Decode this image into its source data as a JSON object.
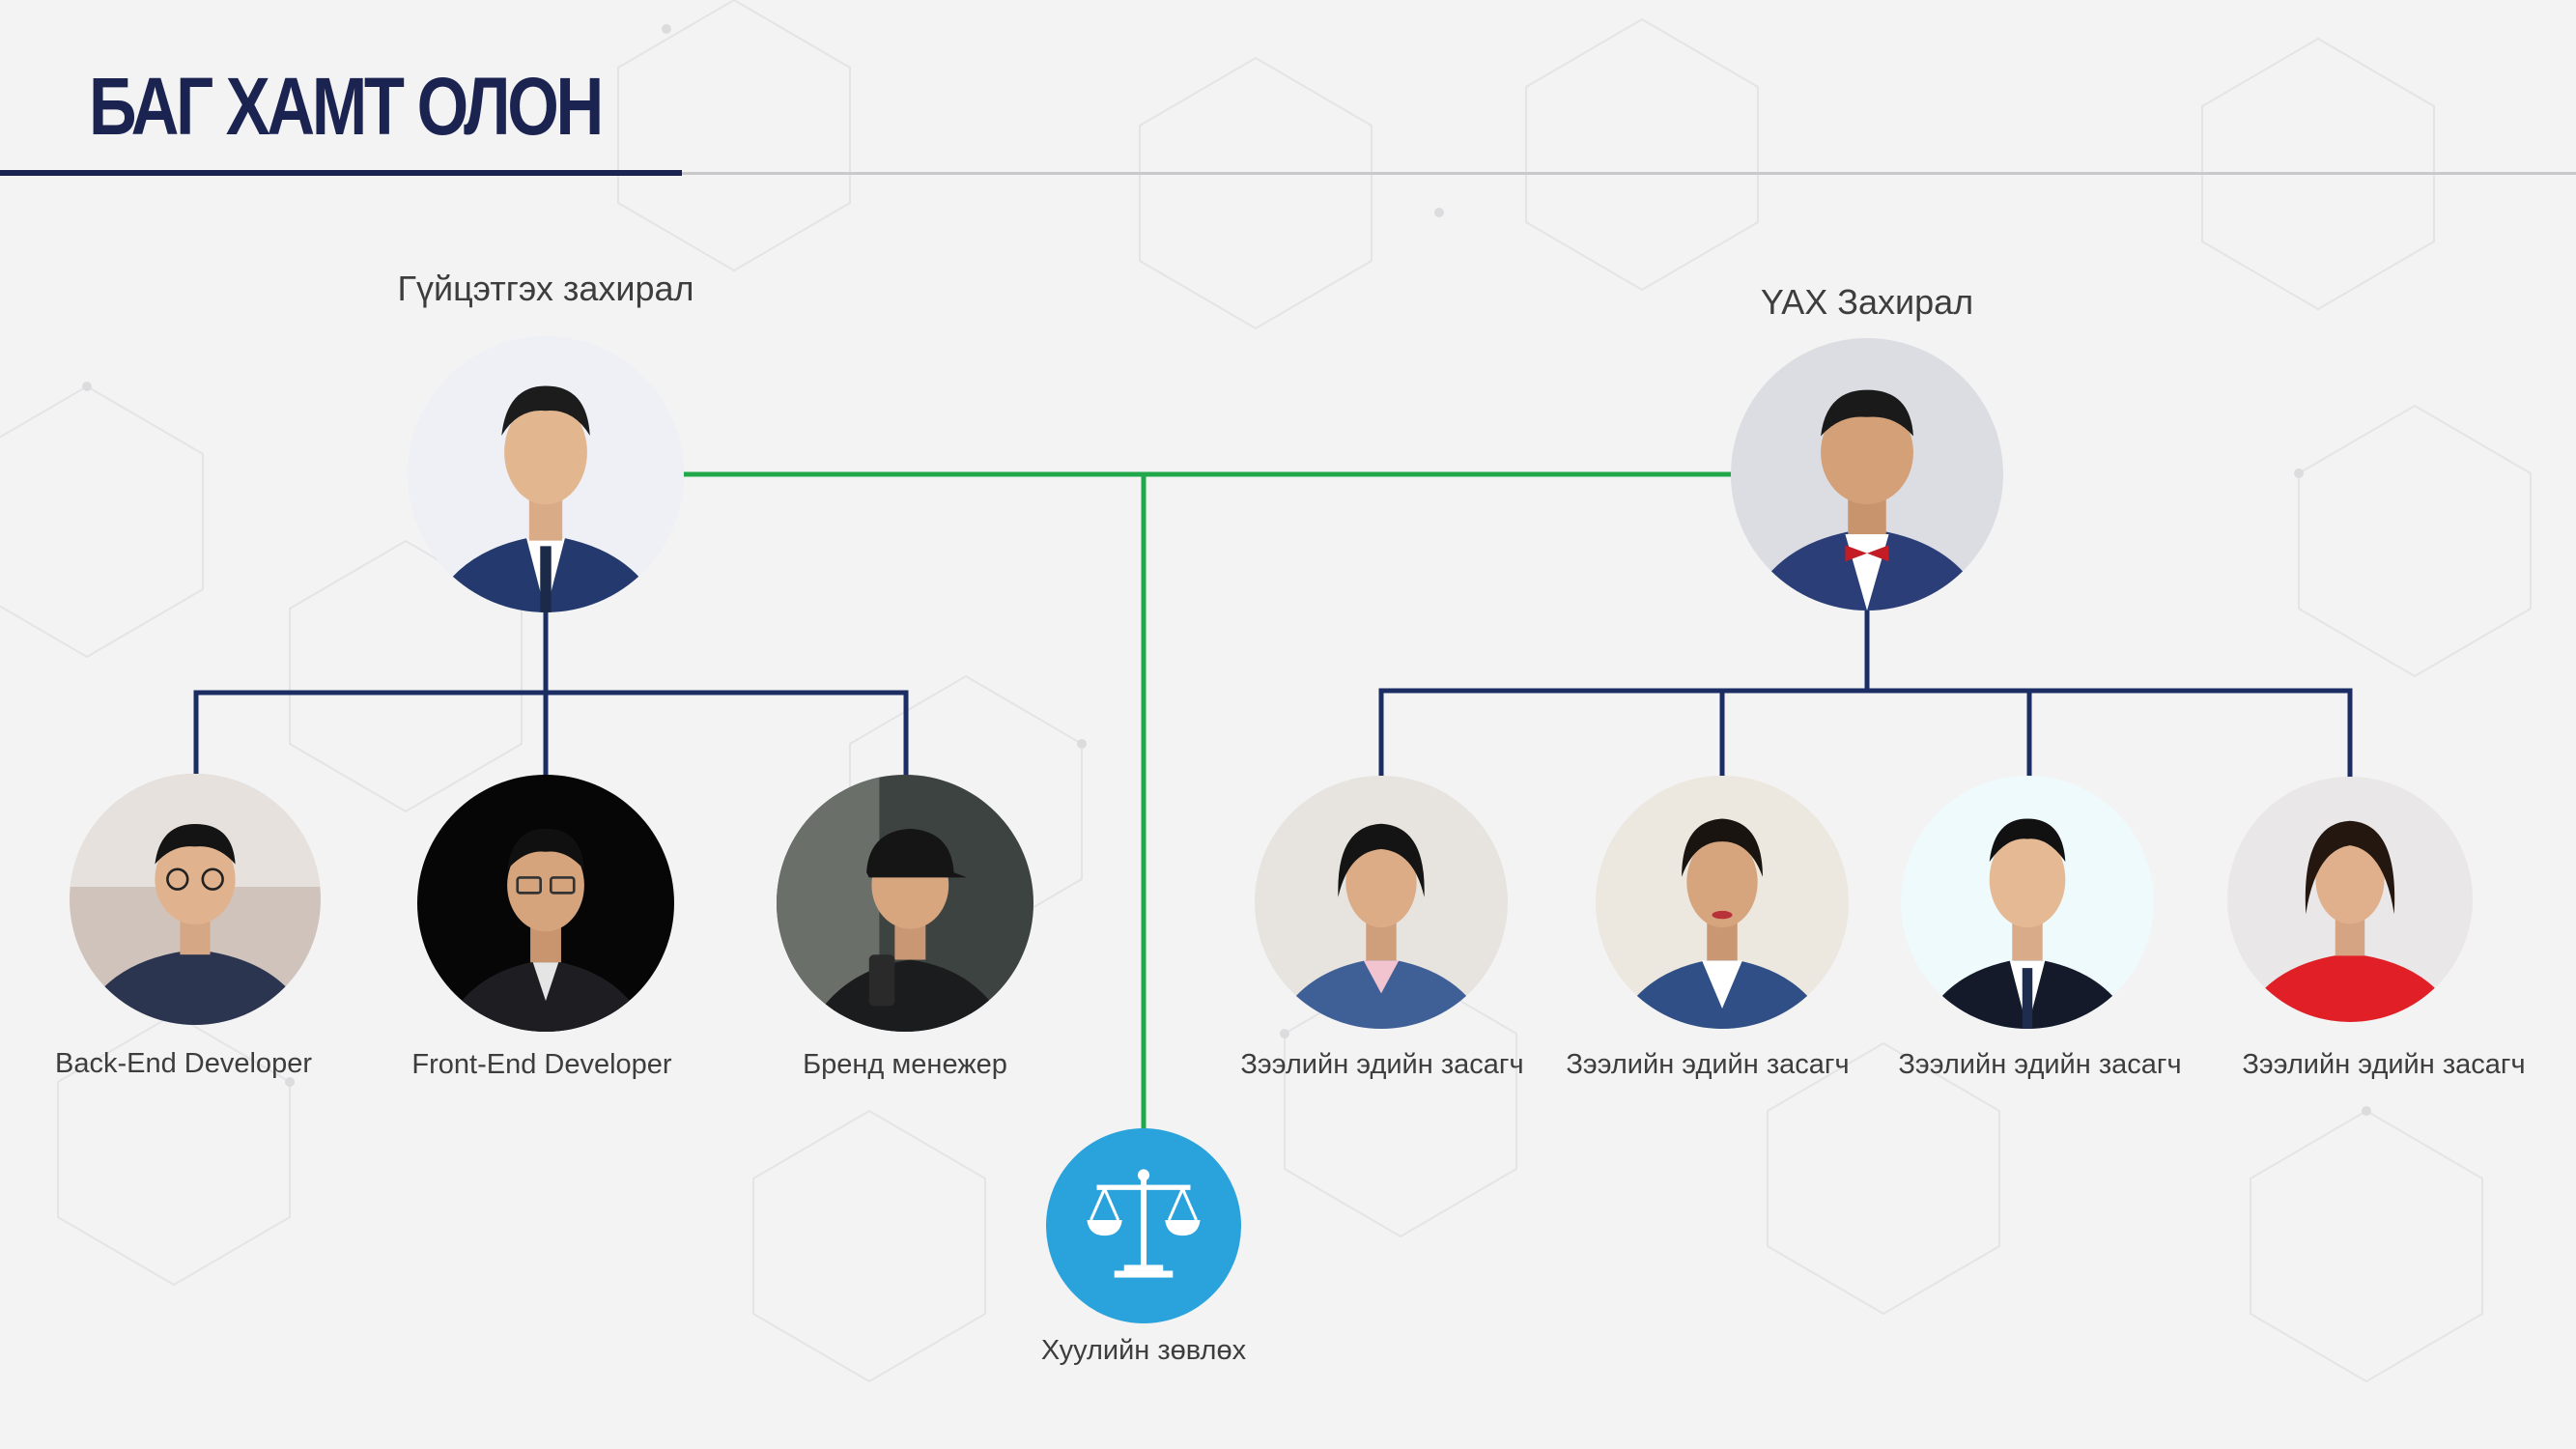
{
  "title": "БАГ ХАМТ ОЛОН",
  "colors": {
    "title": "#1b2351",
    "navy_connector": "#1b2d63",
    "green_connector": "#21a84a",
    "legal_circle": "#2aa3dc",
    "background": "#f3f3f4"
  },
  "leaders": {
    "left": {
      "role": "Гүйцэтгэх захирал"
    },
    "right": {
      "role": "YAX Захирал"
    }
  },
  "left_team": [
    {
      "role": "Back-End Developer"
    },
    {
      "role": "Front-End Developer"
    },
    {
      "role": "Бренд менежер"
    }
  ],
  "right_team": [
    {
      "role": "Зээлийн эдийн засагч"
    },
    {
      "role": "Зээлийн эдийн засагч"
    },
    {
      "role": "Зээлийн эдийн засагч"
    },
    {
      "role": "Зээлийн эдийн засагч"
    }
  ],
  "legal": {
    "role": "Хуулийн зөвлөх",
    "icon": "scales-of-justice-icon"
  }
}
